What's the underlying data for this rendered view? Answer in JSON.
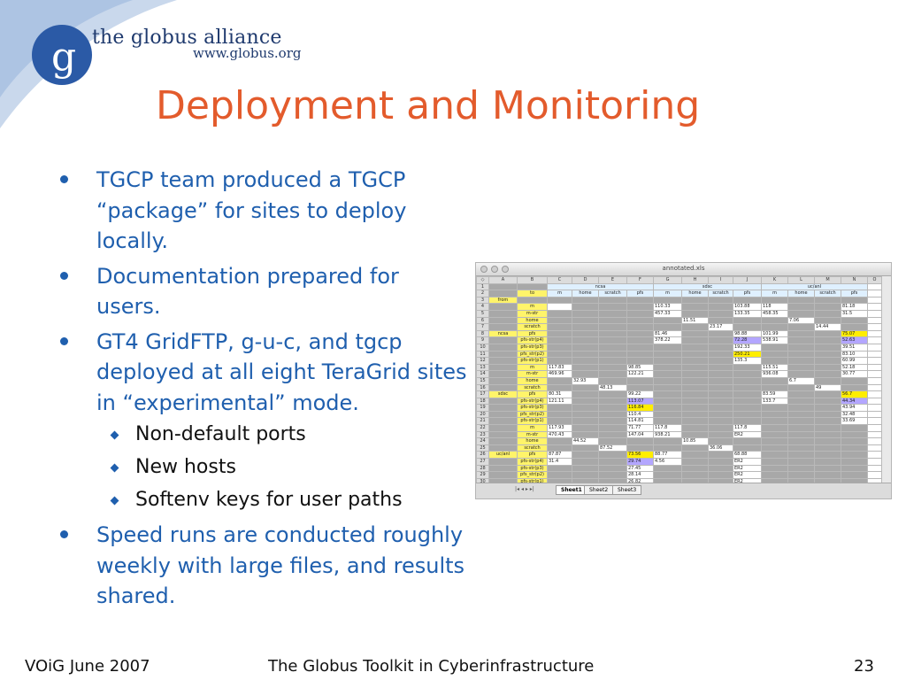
{
  "logo": {
    "org": "the globus alliance",
    "url": "www.globus.org",
    "mark": "g"
  },
  "title": "Deployment and Monitoring",
  "bullets": [
    {
      "text": "TGCP team produced a TGCP “package” for sites to deploy locally."
    },
    {
      "text": "Documentation prepared for users."
    },
    {
      "text": "GT4 GridFTP, g-u-c, and tgcp deployed at all eight TeraGrid sites in “experimental” mode."
    },
    {
      "sub": [
        "Non-default ports",
        "New hosts",
        "Softenv keys for user paths"
      ]
    },
    {
      "text": "Speed runs are conducted roughly weekly with large files, and results shared."
    }
  ],
  "footer": {
    "left": "VOiG June 2007",
    "center": "The Globus Toolkit in Cyberinfrastructure",
    "page": "23"
  },
  "spreadsheet": {
    "filename": "annotated.xls",
    "columns": [
      "A",
      "B",
      "C",
      "D",
      "E",
      "F",
      "G",
      "H",
      "I",
      "J",
      "K",
      "L",
      "M",
      "N",
      "O"
    ],
    "group_headers": [
      "ncsa",
      "sdsc",
      "uc/anl"
    ],
    "to_label": "to",
    "from_label": "from",
    "subheaders": [
      "m",
      "home",
      "scratch",
      "pfs",
      "m",
      "home",
      "scratch",
      "pfs",
      "m",
      "home",
      "scratch",
      "pfs"
    ],
    "groups": [
      "ncsa",
      "sdsc",
      "uc/anl"
    ],
    "row_labels": [
      "m",
      "m-str",
      "home",
      "scratch",
      "pfs",
      "pfs-str(p4)",
      "pfs-str(p3)",
      "pfs_str(p2)",
      "pfs-str(p1)"
    ],
    "tabs": [
      "Sheet1",
      "Sheet2",
      "Sheet3"
    ],
    "values": {
      "r4": {
        "C": "",
        "G": "110.33",
        "J": "103.88",
        "K": "118",
        "N": "81.18"
      },
      "r5": {
        "G": "457.33",
        "J": "133.35",
        "K": "458.35",
        "N": "31.5"
      },
      "r6": {
        "H": "11.51",
        "L": "7.06"
      },
      "r7": {
        "I": "23.17",
        "M": "14.44"
      },
      "r8": {
        "G": "81.46",
        "J": "98.88",
        "K": "101.99",
        "N": "75.07"
      },
      "r9": {
        "G": "378.22",
        "J": "72.28",
        "K": "538.91",
        "N": "52.63"
      },
      "r10": {
        "J": "192.33",
        "N": "39.51"
      },
      "r11": {
        "J": "250.21",
        "N": "83.10"
      },
      "r12": {
        "J": "135.3",
        "N": "60.99"
      },
      "r13": {
        "C": "117.83",
        "F": "98.85",
        "K": "115.51",
        "N": "52.18"
      },
      "r14": {
        "C": "469.96",
        "F": "122.21",
        "K": "936.08",
        "N": "30.77"
      },
      "r15": {
        "D": "32.93",
        "L": "6.7"
      },
      "r16": {
        "E": "48.13",
        "M": "49"
      },
      "r17": {
        "C": "80.31",
        "F": "99.22",
        "K": "83.59",
        "N": "56.7"
      },
      "r18": {
        "C": "121.11",
        "F": "113.07",
        "K": "133.7",
        "N": "44.34"
      },
      "r19": {
        "F": "116.84",
        "N": "43.94"
      },
      "r20": {
        "F": "110.4",
        "N": "32.48"
      },
      "r21": {
        "F": "114.81",
        "N": "33.69"
      },
      "r22": {
        "C": "117.93",
        "F": "71.77",
        "G": "117.8",
        "J": "117.8"
      },
      "r23": {
        "C": "470.43",
        "F": "147.04",
        "G": "938.21",
        "J": "ER2"
      },
      "r24": {
        "D": "44.52",
        "H": "10.85"
      },
      "r25": {
        "E": "87.52",
        "I": "36.06"
      },
      "r26": {
        "C": "87.87",
        "F": "73.56",
        "G": "88.77",
        "J": "68.88"
      },
      "r27": {
        "C": "31.4",
        "F": "29.74",
        "G": "4.56",
        "J": "ER2"
      },
      "r28": {
        "F": "27.45",
        "J": "ER2"
      },
      "r29": {
        "F": "28.14",
        "J": "ER2"
      },
      "r30": {
        "F": "26.82",
        "J": "ER2"
      }
    },
    "highlight_yellow": [
      "r8.N",
      "r11.J",
      "r17.N",
      "r19.F",
      "r26.F"
    ],
    "highlight_purple": [
      "r9.J",
      "r9.N",
      "r18.F",
      "r18.N",
      "r27.F"
    ]
  },
  "colors": {
    "title": "#e35b2c",
    "bullet": "#1f5fae",
    "logo": "#1f3a6e"
  }
}
